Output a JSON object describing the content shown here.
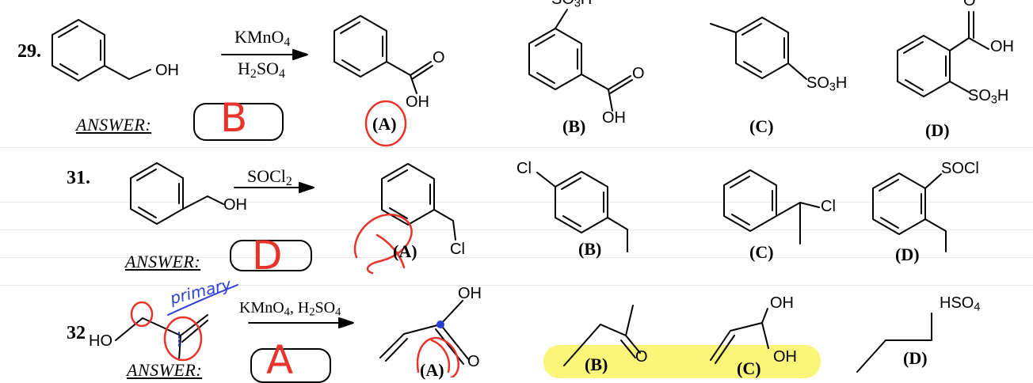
{
  "questions": [
    {
      "number": "29.",
      "reagent_top": "KMnO",
      "reagent_top_sub": "4",
      "reagent_bottom_a": "H",
      "reagent_bottom_sub1": "2",
      "reagent_bottom_b": "SO",
      "reagent_bottom_sub2": "4",
      "answer_label": "ANSWER:",
      "handwritten_answer": "B",
      "choices": [
        "(A)",
        "(B)",
        "(C)",
        "(D)"
      ],
      "atoms": {
        "start_oh": "OH",
        "a_o": "O",
        "a_oh": "OH",
        "b_so3h": "SO",
        "b_so3h_sub": "3",
        "b_so3h_h": "H",
        "b_o": "O",
        "b_oh": "OH",
        "c_so3h": "SO",
        "c_so3h_sub": "3",
        "c_so3h_h": "H",
        "d_o": "O",
        "d_oh": "OH",
        "d_so3h": "SO",
        "d_so3h_sub": "3",
        "d_so3h_h": "H"
      }
    },
    {
      "number": "31.",
      "reagent_top": "SOCl",
      "reagent_top_sub": "2",
      "answer_label": "ANSWER:",
      "handwritten_answer": "D",
      "choices": [
        "(A)",
        "(B)",
        "(C)",
        "(D)"
      ],
      "atoms": {
        "start_oh": "OH",
        "a_cl": "Cl",
        "b_cl": "Cl",
        "c_cl": "Cl",
        "d_socl": "SOCl"
      }
    },
    {
      "number": "32",
      "reagent_top": "KMnO",
      "reagent_top_sub": "4",
      "reagent_top_rest": ", H",
      "reagent_top_sub2": "2",
      "reagent_top_rest2": "SO",
      "reagent_top_sub3": "4",
      "answer_label": "ANSWER:",
      "handwritten_answer": "A",
      "handwritten_note": "primary",
      "choices": [
        "(A)",
        "(B)",
        "(C)",
        "(D)"
      ],
      "atoms": {
        "start_ho": "HO",
        "a_oh": "OH",
        "a_o": "O",
        "b_o": "O",
        "c_oh_top": "OH",
        "c_oh_bottom": "OH",
        "d_hso4": "HSO",
        "d_hso4_sub": "4"
      }
    }
  ],
  "colors": {
    "ink": "#000000",
    "handwriting_red": "#e8332a",
    "handwriting_blue": "#2b3fd6",
    "highlight": "#fbf57a"
  }
}
